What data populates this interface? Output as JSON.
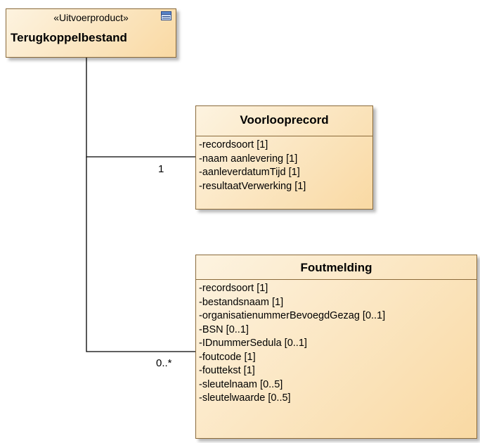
{
  "diagram": {
    "classes": {
      "terugkoppelbestand": {
        "stereotype": "«Uitvoerproduct»",
        "name": "Terugkoppelbestand",
        "icon": "element-class-icon"
      },
      "voorlooprecord": {
        "name": "Voorlooprecord",
        "attributes": [
          "-recordsoort [1]",
          "-naam aanlevering [1]",
          "-aanleverdatumTijd [1]",
          "-resultaatVerwerking [1]"
        ]
      },
      "foutmelding": {
        "name": "Foutmelding",
        "attributes": [
          "-recordsoort [1]",
          "-bestandsnaam [1]",
          "-organisatienummerBevoegdGezag [0..1]",
          "-BSN [0..1]",
          "-IDnummerSedula [0..1]",
          "-foutcode [1]",
          "-fouttekst [1]",
          "-sleutelnaam [0..5]",
          "-sleutelwaarde [0..5]"
        ]
      }
    },
    "associations": {
      "voorlooprecord_multiplicity": "1",
      "foutmelding_multiplicity": "0..*"
    },
    "colors": {
      "class_fill_light": "#fdf3e0",
      "class_fill_dark": "#f9d9a3",
      "class_border": "#8a6a3a",
      "line": "#000000"
    }
  }
}
